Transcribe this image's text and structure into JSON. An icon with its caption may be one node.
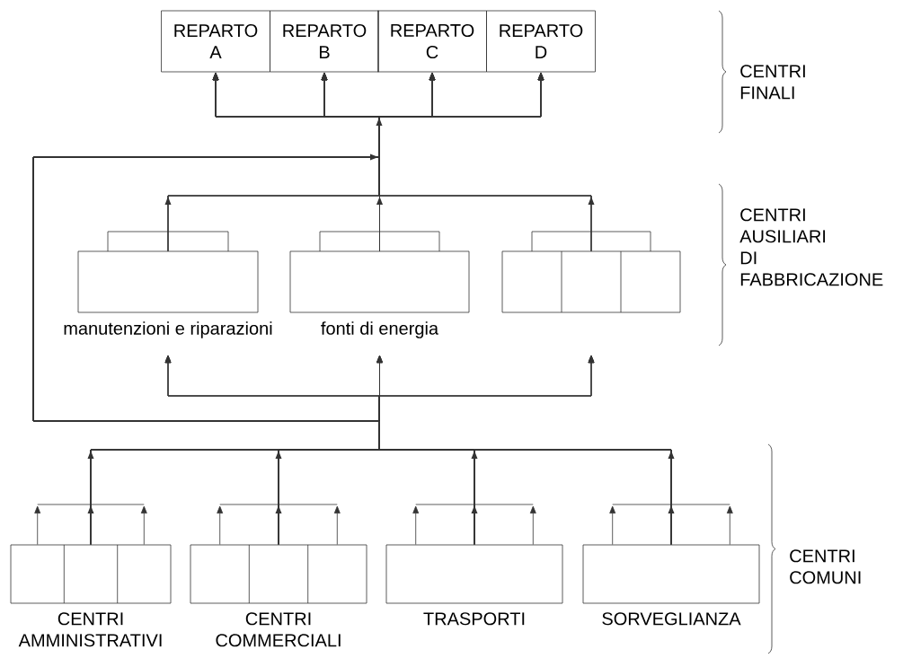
{
  "diagram": {
    "nodes": [
      {
        "text": [
          "REPARTO A"
        ]
      },
      {
        "text": [
          "REPARTO B"
        ]
      },
      {
        "text": [
          "REPARTO C"
        ]
      },
      {
        "text": [
          "REPARTO D"
        ]
      },
      {
        "text": [
          "manutenzioni e riparazioni"
        ]
      },
      {
        "text": [
          "fonti di energia"
        ]
      },
      {
        "text": [],
        "shape": "box"
      },
      {
        "text": [
          "CENTRI AMMINISTRATIVI"
        ]
      },
      {
        "text": [
          "CENTRI COMMERCIALI"
        ]
      },
      {
        "text": [
          "TRASPORTI"
        ]
      },
      {
        "text": [
          "SORVEGLIANZA"
        ]
      }
    ],
    "edges": [
      {
        "from": 4,
        "to": 0,
        "arrow": "to"
      },
      {
        "from": 4,
        "to": 1,
        "arrow": "to"
      },
      {
        "from": 4,
        "to": 2,
        "arrow": "to"
      },
      {
        "from": 4,
        "to": 3,
        "arrow": "to"
      },
      {
        "from": 5,
        "to": 0,
        "arrow": "to"
      },
      {
        "from": 5,
        "to": 1,
        "arrow": "to"
      },
      {
        "from": 5,
        "to": 2,
        "arrow": "to"
      },
      {
        "from": 5,
        "to": 3,
        "arrow": "to"
      },
      {
        "from": 6,
        "to": 0,
        "arrow": "to"
      },
      {
        "from": 6,
        "to": 1,
        "arrow": "to"
      },
      {
        "from": 6,
        "to": 2,
        "arrow": "to"
      },
      {
        "from": 6,
        "to": 3,
        "arrow": "to"
      },
      {
        "from": 7,
        "to": 4,
        "arrow": "to"
      },
      {
        "from": 7,
        "to": 5,
        "arrow": "to"
      },
      {
        "from": 7,
        "to": 6,
        "arrow": "to"
      },
      {
        "from": 8,
        "to": 4,
        "arrow": "to"
      },
      {
        "from": 8,
        "to": 5,
        "arrow": "to"
      },
      {
        "from": 8,
        "to": 6,
        "arrow": "to"
      },
      {
        "from": 9,
        "to": 4,
        "arrow": "to"
      },
      {
        "from": 9,
        "to": 5,
        "arrow": "to"
      },
      {
        "from": 9,
        "to": 6,
        "arrow": "to"
      },
      {
        "from": 10,
        "to": 4,
        "arrow": "to"
      },
      {
        "from": 10,
        "to": 5,
        "arrow": "to"
      },
      {
        "from": 10,
        "to": 6,
        "arrow": "to"
      },
      {
        "from": 7,
        "to": 0,
        "arrow": "to"
      },
      {
        "from": 7,
        "to": 1,
        "arrow": "to"
      },
      {
        "from": 7,
        "to": 2,
        "arrow": "to"
      },
      {
        "from": 7,
        "to": 3,
        "arrow": "to"
      },
      {
        "from": 8,
        "to": 0,
        "arrow": "to"
      },
      {
        "from": 8,
        "to": 1,
        "arrow": "to"
      },
      {
        "from": 8,
        "to": 2,
        "arrow": "to"
      },
      {
        "from": 8,
        "to": 3,
        "arrow": "to"
      },
      {
        "from": 9,
        "to": 0,
        "arrow": "to"
      },
      {
        "from": 9,
        "to": 1,
        "arrow": "to"
      },
      {
        "from": 9,
        "to": 2,
        "arrow": "to"
      },
      {
        "from": 9,
        "to": 3,
        "arrow": "to"
      },
      {
        "from": 10,
        "to": 0,
        "arrow": "to"
      },
      {
        "from": 10,
        "to": 1,
        "arrow": "to"
      },
      {
        "from": 10,
        "to": 2,
        "arrow": "to"
      },
      {
        "from": 10,
        "to": 3,
        "arrow": "to"
      },
      {
        "from": 7,
        "to": null,
        "arrow": "to"
      },
      {
        "from": 7,
        "to": null,
        "arrow": "to"
      },
      {
        "from": 8,
        "to": null,
        "arrow": "to"
      },
      {
        "from": 8,
        "to": null,
        "arrow": "to"
      },
      {
        "from": 9,
        "to": null,
        "arrow": "to"
      },
      {
        "from": 9,
        "to": null,
        "arrow": "to"
      },
      {
        "from": 10,
        "to": null,
        "arrow": "to"
      },
      {
        "from": 10,
        "to": null,
        "arrow": "to"
      }
    ],
    "labels": [
      "CENTRI FINALI",
      "CENTRI AUSILIARI DI FABBRICAZIONE",
      "CENTRI COMUNI"
    ]
  }
}
